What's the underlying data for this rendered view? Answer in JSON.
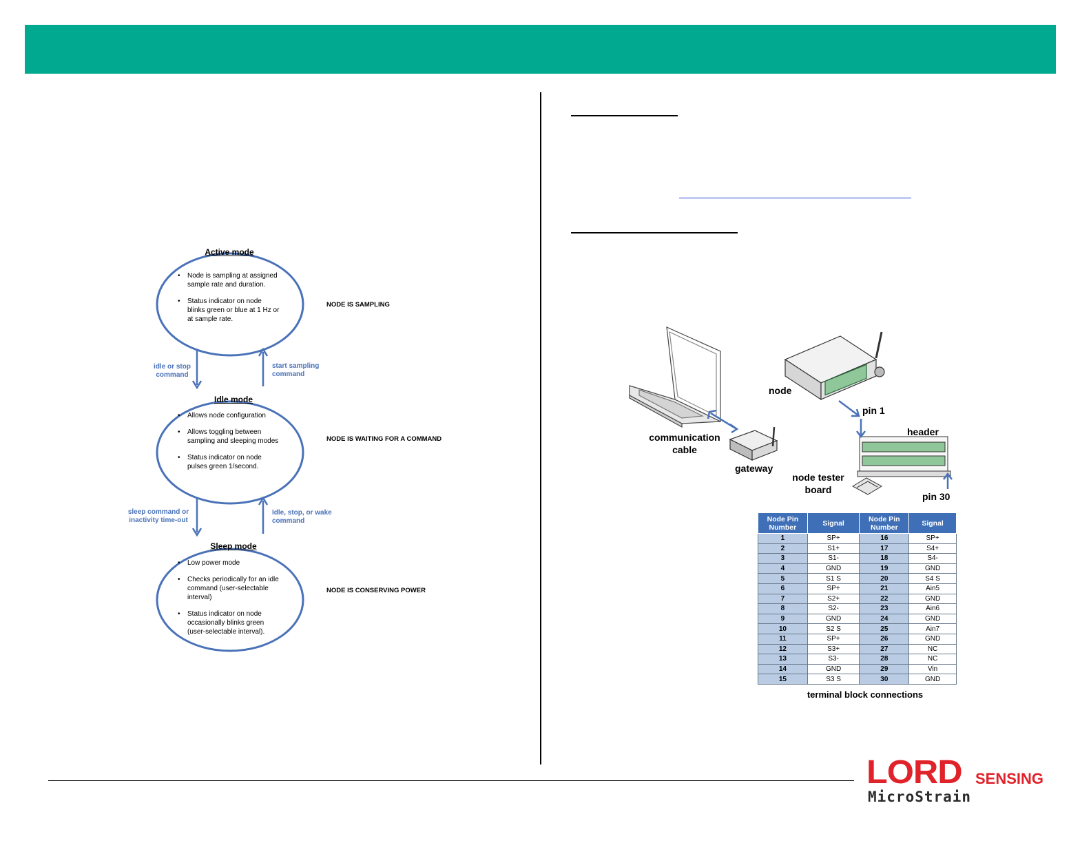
{
  "mode_diagram": {
    "active": {
      "title": "Active mode",
      "bullets": [
        "Node is sampling at assigned sample rate and duration.",
        "Status indicator on node blinks green or blue at 1 Hz or at sample rate."
      ],
      "state": "NODE IS SAMPLING"
    },
    "idle": {
      "title": "Idle mode",
      "bullets": [
        "Allows node configuration",
        "Allows toggling between sampling and sleeping modes",
        "Status indicator on node pulses green 1/second."
      ],
      "state": "NODE IS WAITING FOR A COMMAND"
    },
    "sleep": {
      "title": "Sleep mode",
      "bullets": [
        "Low power mode",
        "Checks periodically for an idle command (user-selectable interval)",
        "Status indicator on node occasionally blinks green (user-selectable interval)."
      ],
      "state": "NODE IS CONSERVING POWER"
    },
    "arrows": {
      "active_to_idle": "idle or stop command",
      "idle_to_active": "start sampling command",
      "idle_to_sleep": "sleep command or inactivity time-out",
      "sleep_to_idle": "Idle, stop, or wake command"
    }
  },
  "connection_diagram": {
    "labels": {
      "node": "node",
      "pin1": "pin 1",
      "header": "header",
      "communication_cable": "communication cable",
      "gateway": "gateway",
      "node_tester_board": "node tester board",
      "pin30": "pin 30"
    }
  },
  "terminal_table": {
    "headers": [
      "Node Pin Number",
      "Signal",
      "Node Pin Number",
      "Signal"
    ],
    "rows": [
      [
        "1",
        "SP+",
        "16",
        "SP+"
      ],
      [
        "2",
        "S1+",
        "17",
        "S4+"
      ],
      [
        "3",
        "S1-",
        "18",
        "S4-"
      ],
      [
        "4",
        "GND",
        "19",
        "GND"
      ],
      [
        "5",
        "S1 S",
        "20",
        "S4 S"
      ],
      [
        "6",
        "SP+",
        "21",
        "Ain5"
      ],
      [
        "7",
        "S2+",
        "22",
        "GND"
      ],
      [
        "8",
        "S2-",
        "23",
        "Ain6"
      ],
      [
        "9",
        "GND",
        "24",
        "GND"
      ],
      [
        "10",
        "S2 S",
        "25",
        "Ain7"
      ],
      [
        "11",
        "SP+",
        "26",
        "GND"
      ],
      [
        "12",
        "S3+",
        "27",
        "NC"
      ],
      [
        "13",
        "S3-",
        "28",
        "NC"
      ],
      [
        "14",
        "GND",
        "29",
        "Vin"
      ],
      [
        "15",
        "S3 S",
        "30",
        "GND"
      ]
    ],
    "caption": "terminal block connections"
  },
  "logo": {
    "lord": "LORD",
    "sensing": "SENSING",
    "microstrain": "MicroStrain"
  },
  "colors": {
    "banner": "#00a98f",
    "diagram_blue": "#4a72b8",
    "table_header": "#3f6fb6",
    "table_pin_cell": "#b9cce4",
    "logo_red": "#e0222a"
  }
}
